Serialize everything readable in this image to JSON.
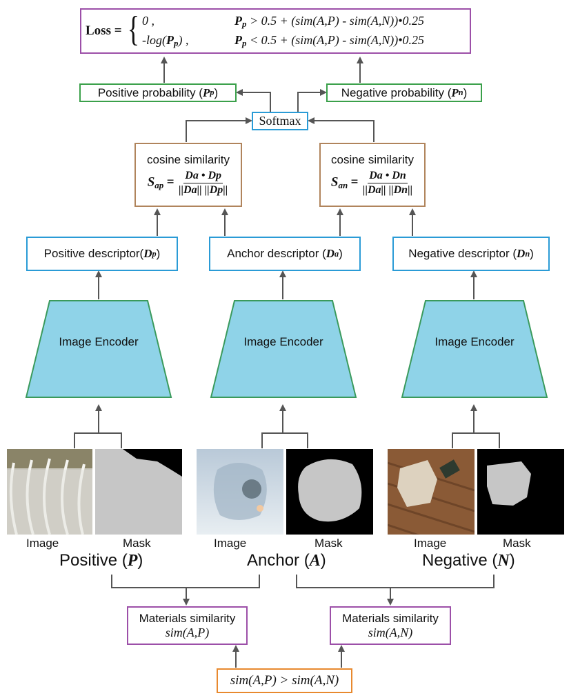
{
  "loss": {
    "label": "Loss =",
    "case1_value": "0 ,",
    "case1_condition": "> 0.5 + (sim(A,P) - sim(A,N))•0.25",
    "case2_value": "-log(",
    "case2_value_tail": ") ,",
    "case2_condition": "<  0.5 + (sim(A,P) - sim(A,N))•0.25",
    "p_symbol": "P",
    "p_sub": "p"
  },
  "probabilities": {
    "positive": "Positive probability (",
    "positive_sym": "P",
    "positive_sub": "p",
    "negative": "Negative probability (",
    "negative_sym": "P",
    "negative_sub": "n",
    "close": ")"
  },
  "softmax": "Softmax",
  "cosine": {
    "title": "cosine similarity",
    "left": {
      "lhs": "S",
      "lhs_sub": "ap",
      "num": "Da • Dp",
      "den": "||Da|| ||Dp||"
    },
    "right": {
      "lhs": "S",
      "lhs_sub": "an",
      "num": "Da • Dn",
      "den": "||Da|| ||Dn||"
    }
  },
  "descriptors": {
    "positive": "Positive descriptor(",
    "positive_sym": "D",
    "positive_sub": "p",
    "anchor": "Anchor descriptor (",
    "anchor_sym": "D",
    "anchor_sub": "a",
    "negative": "Negative descriptor (",
    "negative_sym": "D",
    "negative_sub": "n",
    "close": ")"
  },
  "encoder_label": "Image Encoder",
  "thumb_labels": {
    "image": "Image",
    "mask": "Mask"
  },
  "groups": {
    "positive": "Positive (",
    "positive_sym": "P",
    "anchor": "Anchor (",
    "anchor_sym": "A",
    "negative": "Negative (",
    "negative_sym": "N",
    "close": ")"
  },
  "materials": {
    "title": "Materials similarity",
    "ap": "sim(A,P)",
    "an": "sim(A,N)"
  },
  "comparison": "sim(A,P) > sim(A,N)",
  "colors": {
    "encoder_fill": "#8fd3e8",
    "purple": "#9c4fa8",
    "green": "#3aa04a",
    "blue": "#2a9bd6",
    "brown": "#b0845c",
    "orange": "#e8892e",
    "arrow": "#555555"
  }
}
